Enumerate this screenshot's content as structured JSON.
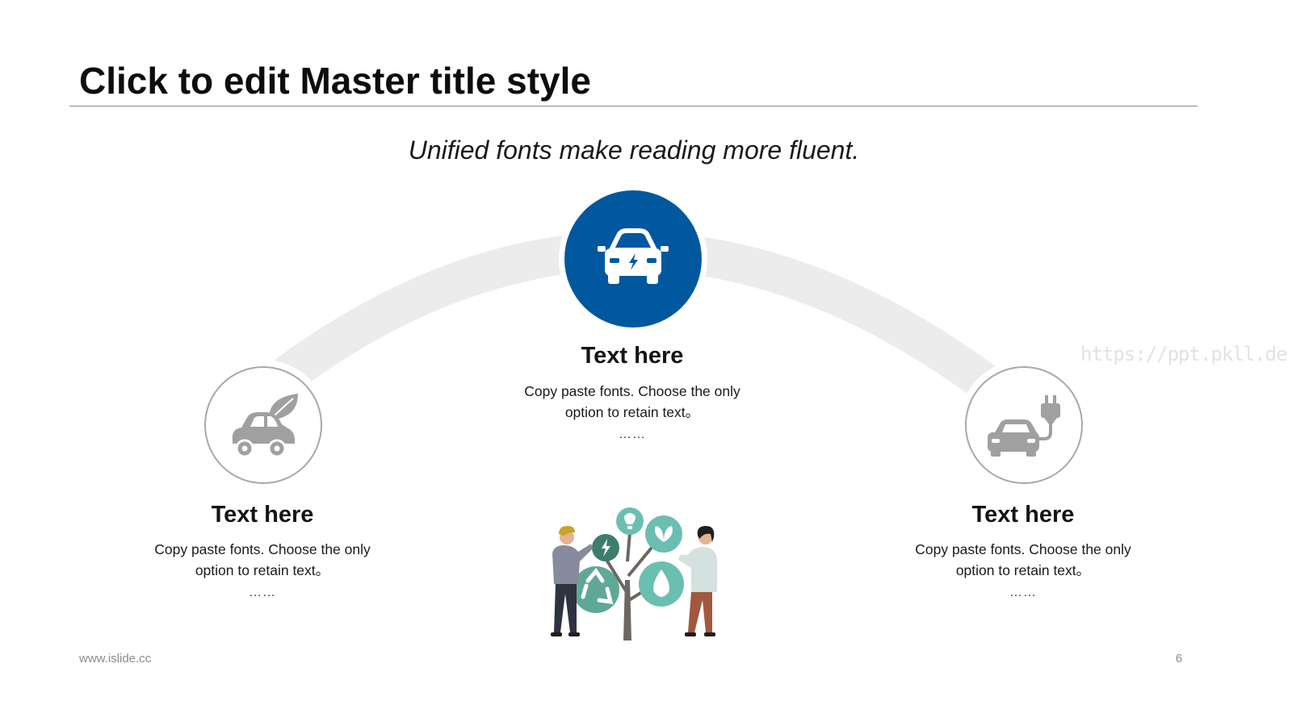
{
  "slide": {
    "title": "Click to edit Master title style",
    "subtitle": "Unified fonts make reading more fluent.",
    "watermark": "https://ppt.pkll.de",
    "footer_left": "www.islide.cc",
    "page_number": "6"
  },
  "colors": {
    "accent": "#01589f",
    "arc": "#ececec",
    "icon_gray": "#a0a0a0",
    "circle_border": "#a8a8a8"
  },
  "items": [
    {
      "heading": "Text here",
      "body": "Copy paste fonts. Choose the only\noption to retain text。",
      "dots": "……",
      "icon": "eco-car-leaf-icon"
    },
    {
      "heading": "Text here",
      "body": "Copy paste fonts. Choose the only\noption to retain text。",
      "dots": "……",
      "icon": "electric-car-icon"
    },
    {
      "heading": "Text here",
      "body": "Copy paste fonts. Choose the only\noption to retain text。",
      "dots": "……",
      "icon": "car-charging-plug-icon"
    }
  ]
}
